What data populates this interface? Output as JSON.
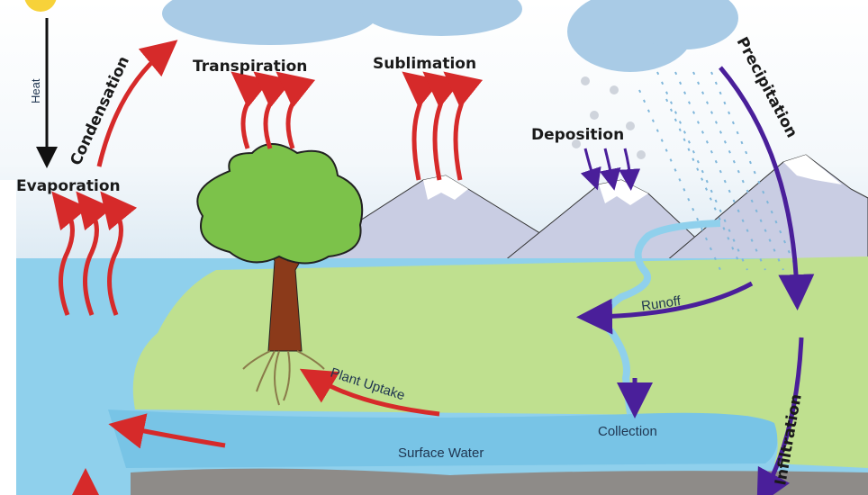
{
  "title": "Water Cycle",
  "labels": {
    "heat": "Heat",
    "evaporation": "Evaporation",
    "condensation": "Condensation",
    "transpiration": "Transpiration",
    "sublimation": "Sublimation",
    "deposition": "Deposition",
    "precipitation": "Precipitation",
    "runoff": "Runoff",
    "plant_uptake": "Plant Uptake",
    "collection": "Collection",
    "surface_water": "Surface Water",
    "infiltration": "Infiltration"
  },
  "colors": {
    "red_arrow": "#d62a2a",
    "purple_arrow": "#4a1f9a",
    "ocean": "#8fd0ec",
    "land": "#bfe08f",
    "mountain": "#c9cde3",
    "cloud": "#a9cbe6",
    "bedrock": "#8e8b88"
  }
}
